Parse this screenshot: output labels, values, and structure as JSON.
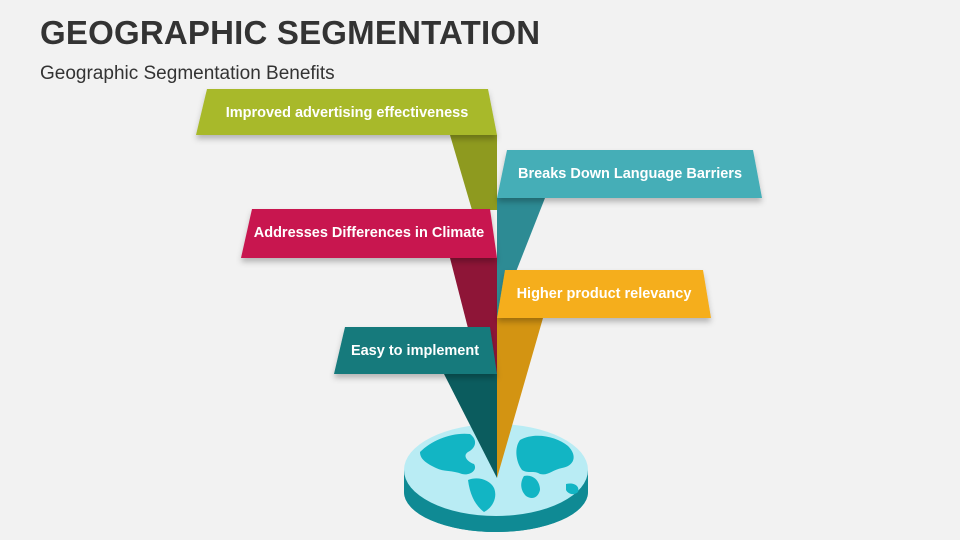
{
  "header": {
    "title": "GEOGRAPHIC SEGMENTATION",
    "subtitle": "Geographic Segmentation Benefits"
  },
  "benefits": [
    {
      "label": "Improved advertising effectiveness",
      "color": "#a8b92a",
      "stem_color": "#8e9a1f"
    },
    {
      "label": "Breaks Down Language Barriers",
      "color": "#45aeb7",
      "stem_color": "#2d8b94"
    },
    {
      "label": "Addresses Differences in Climate",
      "color": "#c8174f",
      "stem_color": "#8e1537"
    },
    {
      "label": "Higher product relevancy",
      "color": "#f5ae1b",
      "stem_color": "#d39412"
    },
    {
      "label": "Easy to implement",
      "color": "#137a7c",
      "stem_color": "#0b5c5e"
    }
  ],
  "globe": {
    "ocean_color": "#b9ecf4",
    "land_color": "#12b5c4",
    "base_color": "#0f8a94"
  }
}
